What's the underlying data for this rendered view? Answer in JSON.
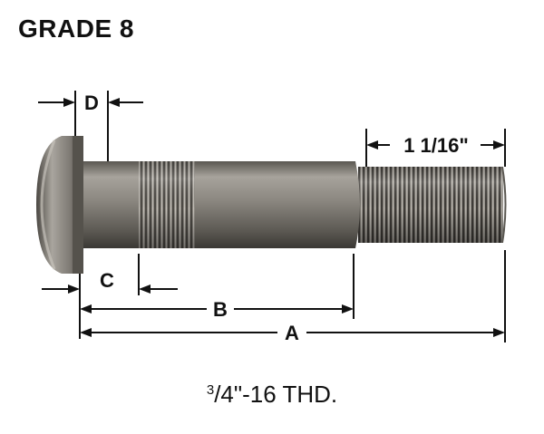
{
  "title": "GRADE 8",
  "labels": {
    "d": "D",
    "thread_length": "1 1/16\"",
    "c": "C",
    "b": "B",
    "a": "A"
  },
  "spec": {
    "numerator": "3",
    "fraction_rest": "/4",
    "rest": "\"-16 THD."
  },
  "colors": {
    "steel_dark": "#3c3a36",
    "steel_mid": "#7a7670",
    "steel_light": "#b9b5ae",
    "line": "#111111"
  }
}
